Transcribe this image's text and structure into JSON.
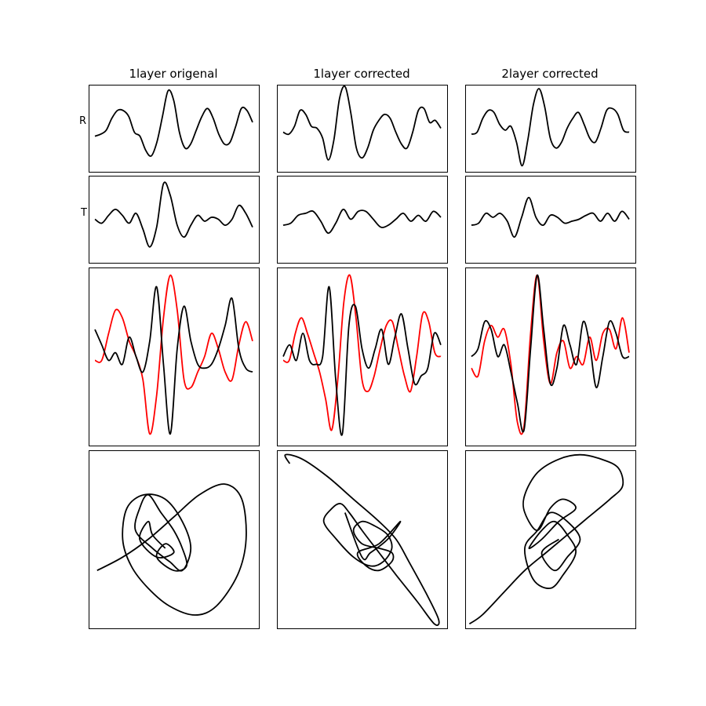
{
  "figure": {
    "column_titles": [
      "1layer origenal",
      "1layer corrected",
      "2layer corrected"
    ],
    "row_labels": [
      "R",
      "T",
      "",
      ""
    ]
  },
  "colors": {
    "primary": "#000000",
    "secondary": "#ff0000",
    "frame": "#000000"
  },
  "chart_data": [
    {
      "type": "line",
      "panel": "R",
      "column": "1layer origenal",
      "ylim": [
        -1.1,
        1.1
      ],
      "grid": false,
      "series": [
        {
          "color": "#000000",
          "y": [
            -0.2,
            -0.15,
            -0.05,
            0.25,
            0.45,
            0.45,
            0.3,
            -0.1,
            -0.2,
            -0.55,
            -0.7,
            -0.35,
            0.3,
            0.95,
            0.7,
            -0.1,
            -0.5,
            -0.4,
            -0.05,
            0.3,
            0.5,
            0.25,
            -0.15,
            -0.4,
            -0.35,
            0.05,
            0.5,
            0.45,
            0.15
          ]
        }
      ]
    },
    {
      "type": "line",
      "panel": "R",
      "column": "1layer corrected",
      "ylim": [
        -1.1,
        1.1
      ],
      "grid": false,
      "series": [
        {
          "color": "#000000",
          "y": [
            -0.1,
            -0.15,
            0.05,
            0.45,
            0.35,
            0.05,
            0.0,
            -0.25,
            -0.8,
            -0.3,
            0.75,
            1.05,
            0.4,
            -0.5,
            -0.75,
            -0.5,
            -0.05,
            0.2,
            0.35,
            0.25,
            -0.1,
            -0.4,
            -0.5,
            -0.1,
            0.45,
            0.5,
            0.15,
            0.2,
            0.0
          ]
        }
      ]
    },
    {
      "type": "line",
      "panel": "R",
      "column": "2layer corrected",
      "ylim": [
        -1.1,
        1.1
      ],
      "grid": false,
      "series": [
        {
          "color": "#000000",
          "y": [
            -0.15,
            -0.1,
            0.25,
            0.45,
            0.4,
            0.1,
            -0.05,
            0.05,
            -0.35,
            -0.95,
            -0.3,
            0.6,
            1.0,
            0.55,
            -0.25,
            -0.5,
            -0.35,
            0.0,
            0.25,
            0.4,
            0.1,
            -0.25,
            -0.35,
            0.0,
            0.45,
            0.5,
            0.35,
            -0.05,
            -0.1
          ]
        }
      ]
    },
    {
      "type": "line",
      "panel": "T",
      "column": "1layer origenal",
      "ylim": [
        -1.1,
        1.1
      ],
      "grid": false,
      "series": [
        {
          "color": "#000000",
          "y": [
            0.0,
            -0.1,
            0.1,
            0.25,
            0.1,
            -0.1,
            0.15,
            -0.25,
            -0.7,
            -0.2,
            0.9,
            0.6,
            -0.15,
            -0.45,
            -0.15,
            0.1,
            -0.05,
            0.05,
            0.0,
            -0.15,
            0.0,
            0.35,
            0.15,
            -0.2
          ]
        }
      ]
    },
    {
      "type": "line",
      "panel": "T",
      "column": "1layer corrected",
      "ylim": [
        -1.1,
        1.1
      ],
      "grid": false,
      "series": [
        {
          "color": "#000000",
          "y": [
            -0.15,
            -0.1,
            0.1,
            0.15,
            0.2,
            -0.05,
            -0.35,
            -0.1,
            0.25,
            0.0,
            0.2,
            0.2,
            0.0,
            -0.2,
            -0.15,
            0.0,
            0.15,
            -0.05,
            0.1,
            -0.05,
            0.2,
            0.05
          ]
        }
      ]
    },
    {
      "type": "line",
      "panel": "T",
      "column": "2layer corrected",
      "ylim": [
        -1.1,
        1.1
      ],
      "grid": false,
      "series": [
        {
          "color": "#000000",
          "y": [
            -0.15,
            -0.1,
            0.15,
            0.05,
            0.15,
            -0.05,
            -0.45,
            0.05,
            0.55,
            0.05,
            -0.15,
            0.1,
            0.05,
            -0.1,
            -0.05,
            0.0,
            0.1,
            0.15,
            -0.05,
            0.15,
            -0.05,
            0.2,
            0.0
          ]
        }
      ]
    },
    {
      "type": "line",
      "panel": "overlay",
      "column": "1layer origenal",
      "ylim": [
        -1.15,
        1.15
      ],
      "grid": false,
      "series": [
        {
          "color": "#ff0000",
          "y": [
            -0.05,
            -0.05,
            0.3,
            0.6,
            0.5,
            0.2,
            0.0,
            -0.3,
            -1.0,
            -0.5,
            0.5,
            1.05,
            0.6,
            -0.3,
            -0.4,
            -0.2,
            0.0,
            0.3,
            0.1,
            -0.2,
            -0.3,
            0.15,
            0.45,
            0.2
          ]
        },
        {
          "color": "#000000",
          "y": [
            0.35,
            0.15,
            -0.05,
            0.05,
            -0.1,
            0.25,
            0.0,
            -0.2,
            0.2,
            0.9,
            -0.1,
            -1.0,
            0.1,
            0.65,
            0.2,
            -0.1,
            -0.15,
            -0.1,
            0.1,
            0.4,
            0.75,
            0.1,
            -0.15,
            -0.2
          ]
        }
      ]
    },
    {
      "type": "line",
      "panel": "overlay",
      "column": "1layer corrected",
      "ylim": [
        -1.15,
        1.15
      ],
      "grid": false,
      "series": [
        {
          "color": "#ff0000",
          "y": [
            -0.05,
            -0.05,
            0.3,
            0.5,
            0.3,
            0.05,
            -0.2,
            -0.55,
            -0.95,
            -0.3,
            0.7,
            1.05,
            0.5,
            -0.3,
            -0.45,
            -0.25,
            0.1,
            0.4,
            0.45,
            0.1,
            -0.25,
            -0.45,
            0.0,
            0.55,
            0.45,
            0.05,
            0.0
          ]
        },
        {
          "color": "#000000",
          "y": [
            0.0,
            0.15,
            -0.05,
            0.3,
            -0.05,
            -0.1,
            0.0,
            0.9,
            -0.3,
            -1.0,
            0.4,
            0.65,
            0.1,
            -0.15,
            0.1,
            0.35,
            -0.1,
            0.25,
            0.55,
            0.1,
            -0.35,
            -0.25,
            -0.15,
            0.3,
            0.15
          ]
        }
      ]
    },
    {
      "type": "line",
      "panel": "overlay",
      "column": "2layer corrected",
      "ylim": [
        -1.15,
        1.15
      ],
      "grid": false,
      "series": [
        {
          "color": "#ff0000",
          "y": [
            -0.15,
            -0.25,
            0.2,
            0.4,
            0.25,
            0.35,
            -0.1,
            -0.85,
            -0.9,
            0.3,
            1.05,
            0.2,
            -0.35,
            0.05,
            0.2,
            -0.15,
            0.0,
            -0.1,
            0.25,
            -0.05,
            0.3,
            0.35,
            0.1,
            0.5,
            0.05
          ]
        },
        {
          "color": "#000000",
          "y": [
            0.0,
            0.1,
            0.45,
            0.35,
            0.0,
            0.15,
            -0.2,
            -0.6,
            -0.95,
            0.1,
            1.05,
            0.35,
            -0.35,
            -0.15,
            0.4,
            0.15,
            -0.1,
            0.45,
            0.15,
            -0.4,
            0.0,
            0.45,
            0.3,
            0.0,
            0.0
          ]
        }
      ]
    },
    {
      "type": "scatter",
      "panel": "phase",
      "column": "1layer origenal",
      "xlim": [
        -1,
        1
      ],
      "ylim": [
        -1,
        1
      ],
      "grid": false,
      "series": [
        {
          "color": "#000000",
          "x": [
            -0.9,
            -0.6,
            -0.3,
            0.0,
            0.3,
            0.6,
            0.8,
            0.85,
            0.75,
            0.5,
            0.25,
            -0.05,
            -0.3,
            -0.5,
            -0.6,
            -0.55,
            -0.35,
            -0.1,
            0.1,
            0.2,
            0.1,
            -0.05,
            -0.25,
            -0.45,
            -0.4,
            -0.3,
            -0.15,
            0.0,
            0.1,
            0.15,
            0.0,
            -0.2,
            -0.1,
            0.0,
            -0.2,
            -0.4,
            -0.3,
            -0.25,
            -0.1
          ],
          "y": [
            -0.35,
            -0.2,
            0.0,
            0.25,
            0.5,
            0.62,
            0.45,
            0.0,
            -0.4,
            -0.75,
            -0.85,
            -0.75,
            -0.55,
            -0.3,
            0.0,
            0.35,
            0.5,
            0.45,
            0.2,
            -0.1,
            -0.35,
            -0.25,
            -0.1,
            0.1,
            0.35,
            0.5,
            0.3,
            0.1,
            -0.1,
            -0.3,
            -0.35,
            -0.2,
            -0.05,
            -0.15,
            -0.2,
            0.0,
            0.2,
            0.05,
            -0.1
          ]
        }
      ]
    },
    {
      "type": "scatter",
      "panel": "phase",
      "column": "1layer corrected",
      "xlim": [
        -1,
        1
      ],
      "ylim": [
        -1,
        1
      ],
      "grid": false,
      "series": [
        {
          "color": "#000000",
          "x": [
            -0.85,
            -0.9,
            -0.7,
            -0.4,
            -0.1,
            0.2,
            0.4,
            0.55,
            0.75,
            0.9,
            0.85,
            0.65,
            0.4,
            0.2,
            0.0,
            -0.15,
            -0.25,
            -0.35,
            -0.45,
            -0.3,
            -0.1,
            0.1,
            0.25,
            0.35,
            0.3,
            0.15,
            0.0,
            -0.1,
            0.0,
            0.2,
            0.35,
            0.35,
            0.2,
            0.05,
            -0.05,
            0.2,
            0.45,
            0.3,
            0.1,
            0.0,
            -0.2
          ],
          "y": [
            0.85,
            0.95,
            0.9,
            0.7,
            0.45,
            0.2,
            0.0,
            -0.25,
            -0.6,
            -0.9,
            -0.95,
            -0.7,
            -0.4,
            -0.15,
            0.1,
            0.3,
            0.4,
            0.35,
            0.2,
            0.0,
            -0.2,
            -0.3,
            -0.25,
            -0.1,
            0.05,
            0.15,
            0.2,
            0.1,
            -0.05,
            -0.1,
            -0.15,
            -0.25,
            -0.35,
            -0.3,
            -0.15,
            -0.05,
            0.2,
            0.0,
            -0.15,
            -0.2,
            0.3
          ]
        }
      ]
    },
    {
      "type": "scatter",
      "panel": "phase",
      "column": "2layer corrected",
      "xlim": [
        -1,
        1
      ],
      "ylim": [
        -1,
        1
      ],
      "grid": false,
      "series": [
        {
          "color": "#000000",
          "x": [
            -0.95,
            -0.8,
            -0.55,
            -0.3,
            -0.05,
            0.2,
            0.45,
            0.7,
            0.85,
            0.8,
            0.6,
            0.35,
            0.1,
            -0.15,
            -0.3,
            -0.3,
            -0.15,
            0.0,
            0.15,
            0.3,
            0.1,
            -0.1,
            -0.25,
            -0.1,
            0.05,
            0.2,
            0.3,
            0.15,
            0.0,
            -0.2,
            -0.3,
            -0.15,
            0.0,
            0.2,
            0.35,
            0.2,
            0.05,
            -0.1,
            0.1
          ],
          "y": [
            -0.95,
            -0.85,
            -0.6,
            -0.35,
            -0.15,
            0.05,
            0.25,
            0.45,
            0.6,
            0.8,
            0.9,
            0.95,
            0.9,
            0.75,
            0.5,
            0.3,
            0.1,
            0.35,
            0.45,
            0.35,
            0.2,
            0.0,
            -0.1,
            0.1,
            0.2,
            0.05,
            -0.15,
            -0.4,
            -0.55,
            -0.45,
            -0.1,
            0.1,
            0.3,
            0.2,
            0.0,
            -0.2,
            -0.35,
            -0.15,
            0.0
          ]
        }
      ]
    }
  ]
}
